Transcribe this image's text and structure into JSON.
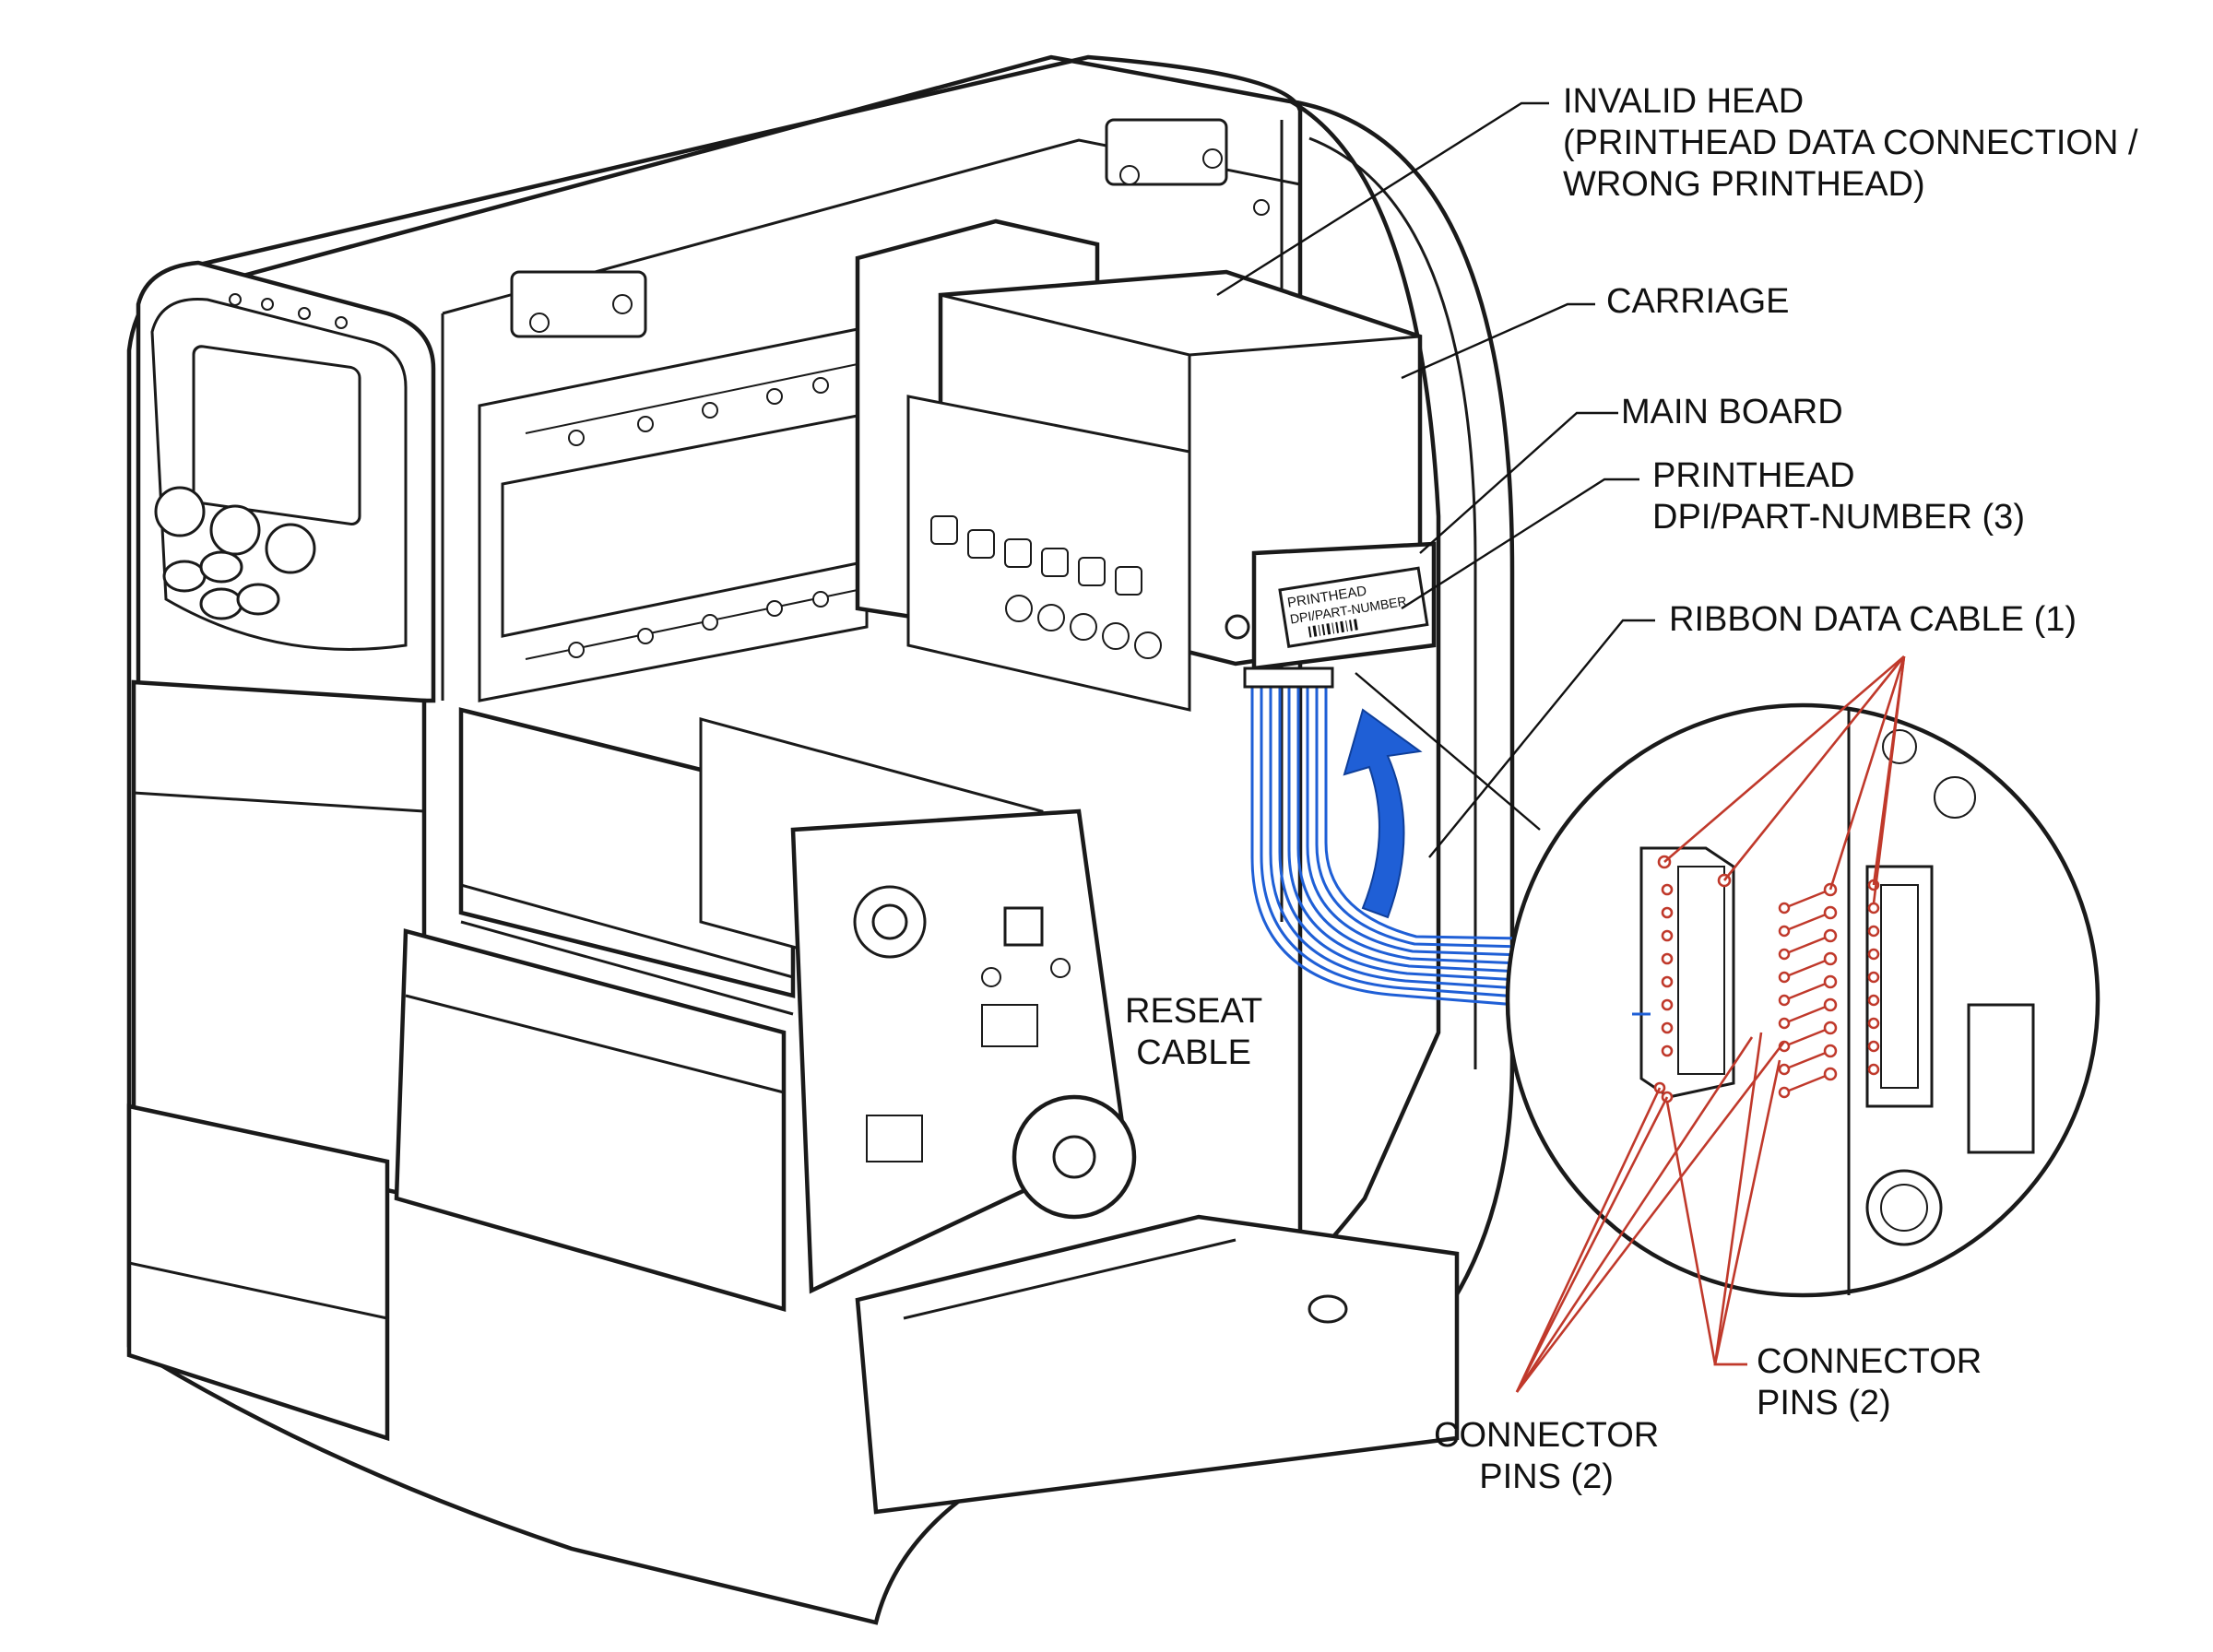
{
  "colors": {
    "line": "#1a1a1a",
    "ribbon_cable": "#1f5fd6",
    "arrow": "#1f5fd6",
    "connector_pins": "#c0392b",
    "background": "#ffffff"
  },
  "labels": {
    "invalid_head": [
      "INVALID HEAD",
      "(PRINTHEAD DATA CONNECTION /",
      "WRONG PRINTHEAD)"
    ],
    "carriage": "CARRIAGE",
    "main_board": "MAIN BOARD",
    "printhead_dpi": [
      "PRINTHEAD",
      "DPI/PART-NUMBER (3)"
    ],
    "ribbon_data_cable": "RIBBON DATA CABLE (1)",
    "reseat_cable": [
      "RESEAT",
      "CABLE"
    ],
    "connector_pins_left": [
      "CONNECTOR",
      "PINS (2)"
    ],
    "connector_pins_right": [
      "CONNECTOR",
      "PINS (2)"
    ]
  },
  "printhead_tag": {
    "line1": "PRINTHEAD",
    "line2": "DPI/PART-NUMBER"
  },
  "icons": {
    "rotation_arrow": "curved-arrow-icon",
    "magnifier": "detail-magnifier-circle"
  }
}
